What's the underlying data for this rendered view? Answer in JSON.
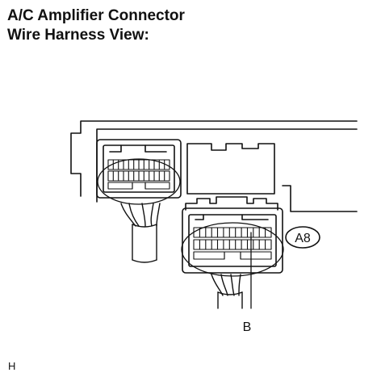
{
  "title": {
    "line1": "A/C Amplifier Connector",
    "line2": "Wire Harness View:"
  },
  "connector_code": "A8",
  "callout": "B",
  "figure_code": "H"
}
